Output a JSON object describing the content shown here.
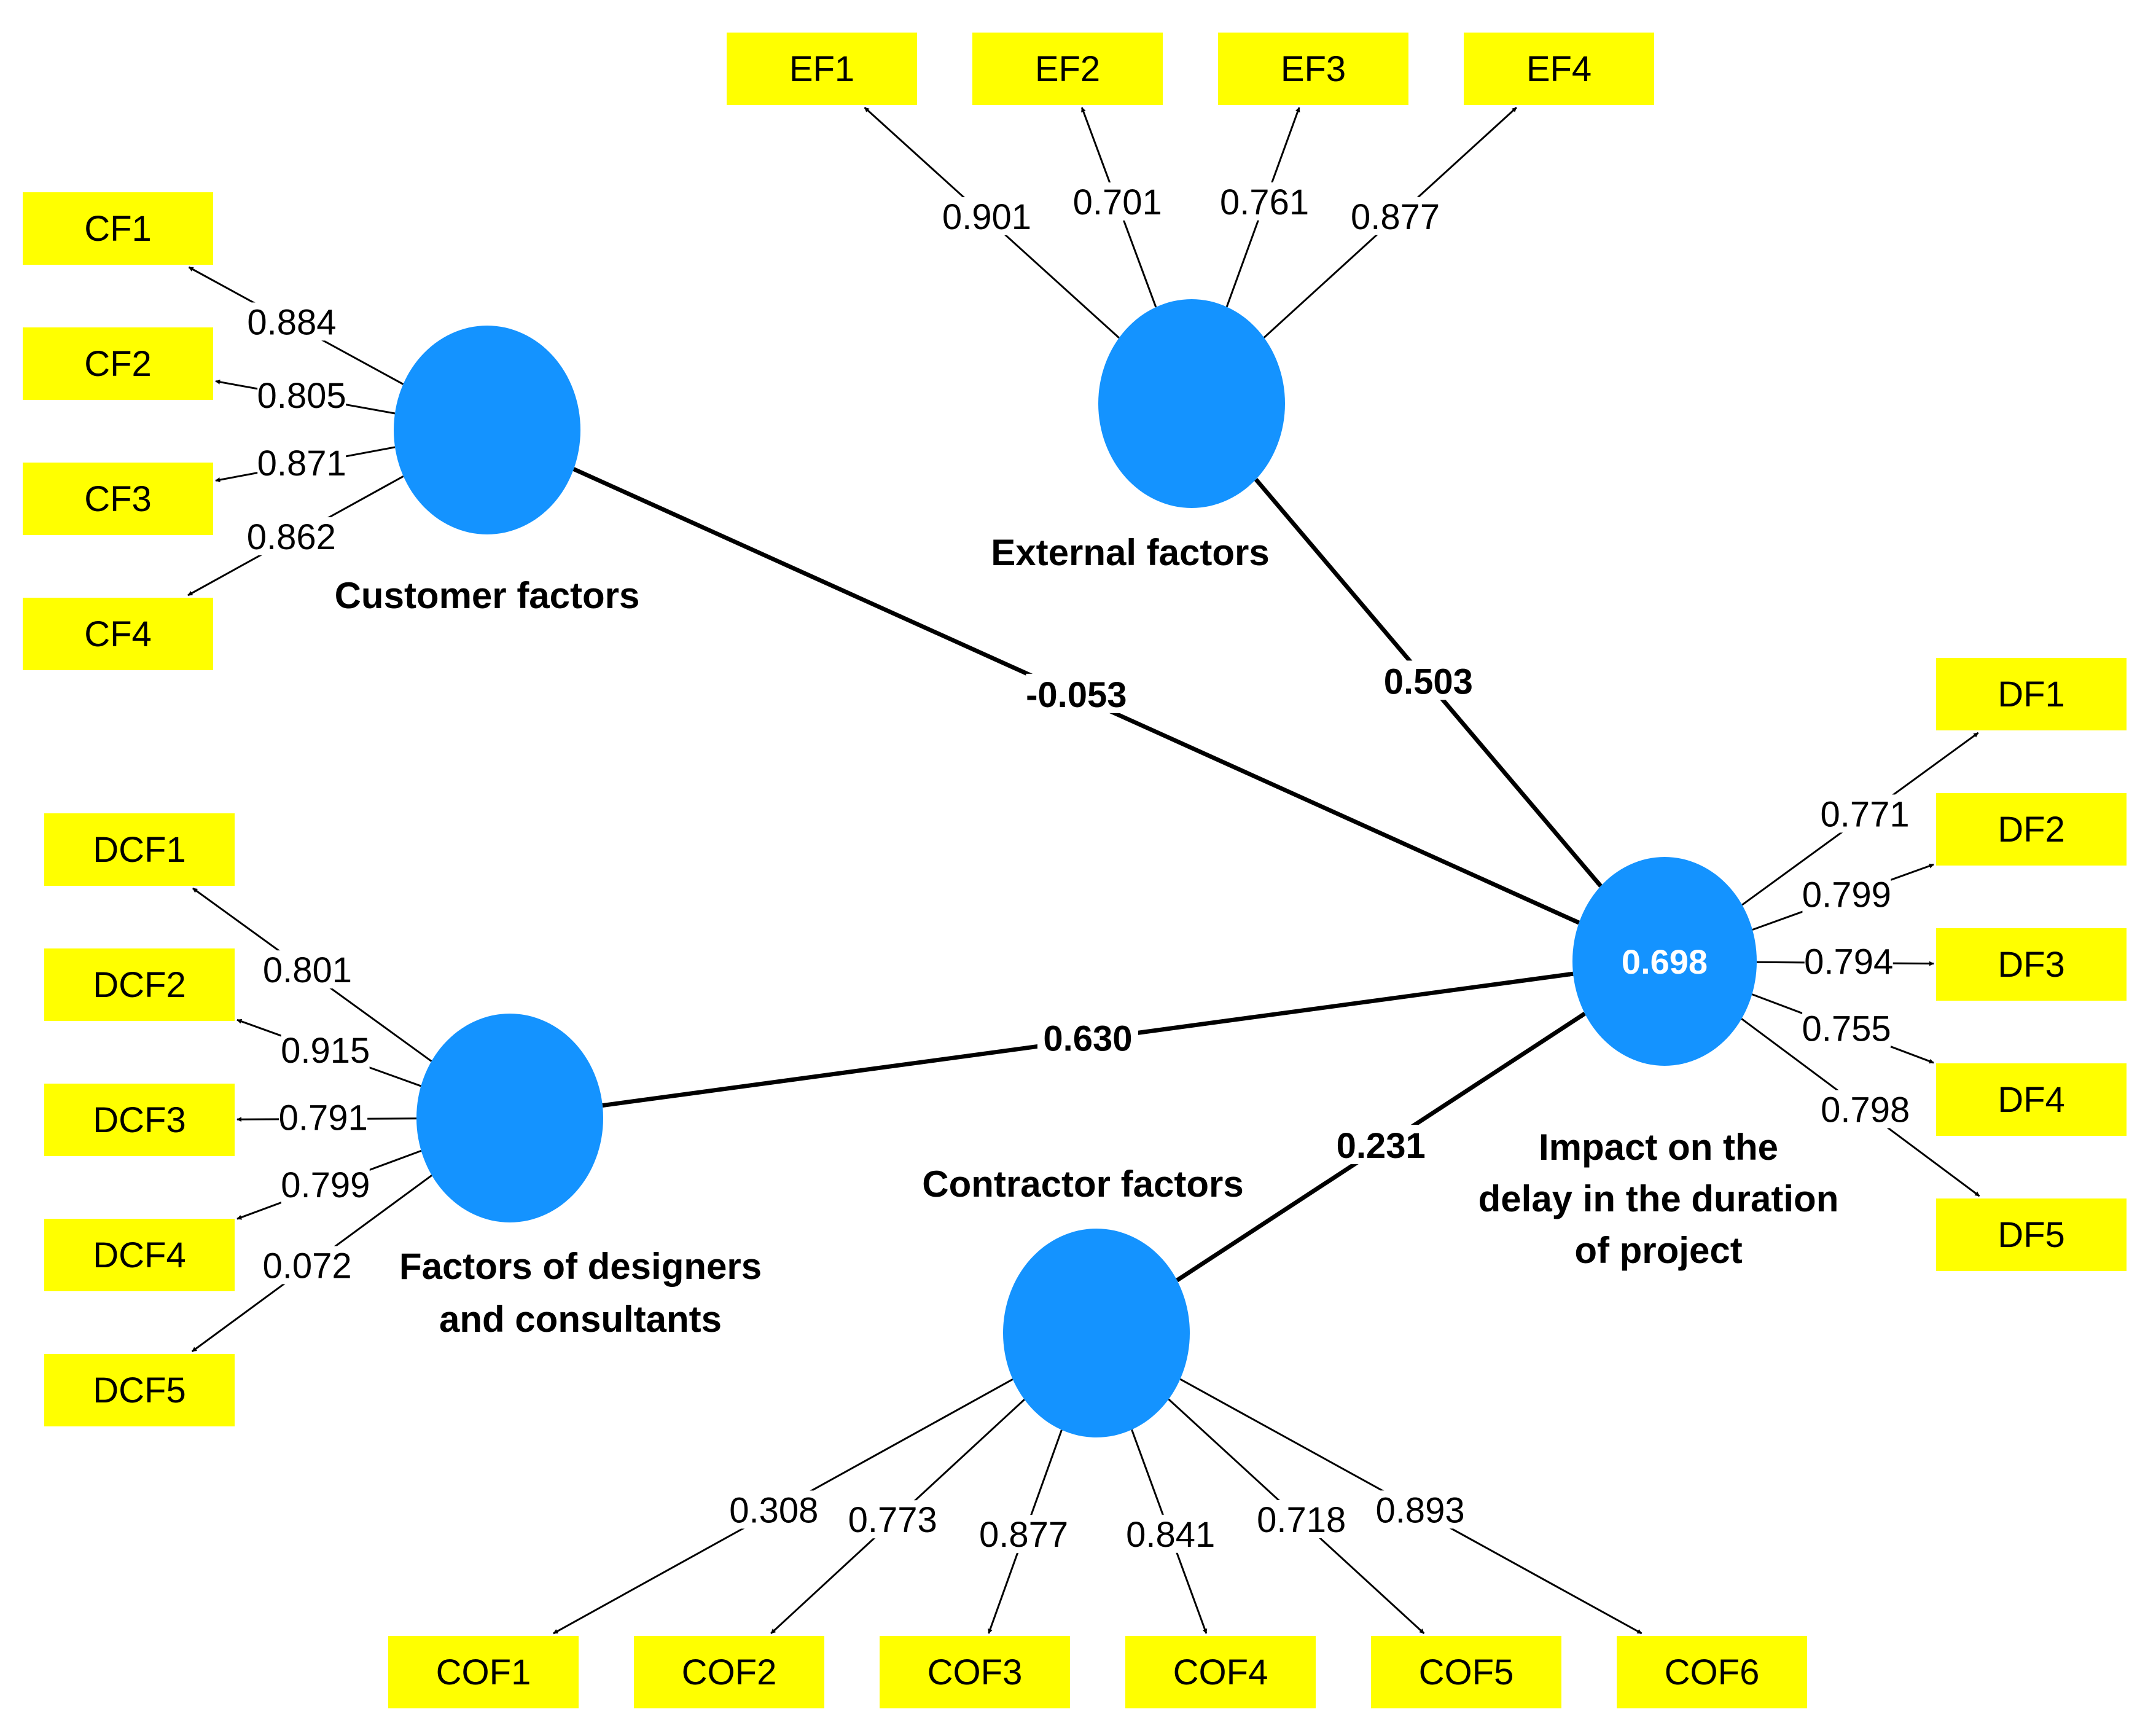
{
  "colors": {
    "construct_fill": "#1493FF",
    "indicator_fill": "#FFFF00",
    "line": "#000000",
    "r2_text": "#FFFFFF"
  },
  "constructs": [
    {
      "id": "cf",
      "label": [
        "Customer factors"
      ]
    },
    {
      "id": "ef",
      "label": [
        "External factors"
      ]
    },
    {
      "id": "dcf",
      "label": [
        "Factors of designers",
        "and consultants"
      ]
    },
    {
      "id": "cof",
      "label": [
        "Contractor factors"
      ]
    },
    {
      "id": "df",
      "label": [
        "Impact on the",
        "delay in the duration",
        "of project"
      ],
      "r2": "0.698"
    }
  ],
  "indicators": [
    {
      "construct": "cf",
      "name": "CF1",
      "loading": "0.884"
    },
    {
      "construct": "cf",
      "name": "CF2",
      "loading": "0.805"
    },
    {
      "construct": "cf",
      "name": "CF3",
      "loading": "0.871"
    },
    {
      "construct": "cf",
      "name": "CF4",
      "loading": "0.862"
    },
    {
      "construct": "ef",
      "name": "EF1",
      "loading": "0.901"
    },
    {
      "construct": "ef",
      "name": "EF2",
      "loading": "0.701"
    },
    {
      "construct": "ef",
      "name": "EF3",
      "loading": "0.761"
    },
    {
      "construct": "ef",
      "name": "EF4",
      "loading": "0.877"
    },
    {
      "construct": "dcf",
      "name": "DCF1",
      "loading": "0.801"
    },
    {
      "construct": "dcf",
      "name": "DCF2",
      "loading": "0.915"
    },
    {
      "construct": "dcf",
      "name": "DCF3",
      "loading": "0.791"
    },
    {
      "construct": "dcf",
      "name": "DCF4",
      "loading": "0.799"
    },
    {
      "construct": "dcf",
      "name": "DCF5",
      "loading": "0.072"
    },
    {
      "construct": "cof",
      "name": "COF1",
      "loading": "0.308"
    },
    {
      "construct": "cof",
      "name": "COF2",
      "loading": "0.773"
    },
    {
      "construct": "cof",
      "name": "COF3",
      "loading": "0.877"
    },
    {
      "construct": "cof",
      "name": "COF4",
      "loading": "0.841"
    },
    {
      "construct": "cof",
      "name": "COF5",
      "loading": "0.718"
    },
    {
      "construct": "cof",
      "name": "COF6",
      "loading": "0.893"
    },
    {
      "construct": "df",
      "name": "DF1",
      "loading": "0.771"
    },
    {
      "construct": "df",
      "name": "DF2",
      "loading": "0.799"
    },
    {
      "construct": "df",
      "name": "DF3",
      "loading": "0.794"
    },
    {
      "construct": "df",
      "name": "DF4",
      "loading": "0.755"
    },
    {
      "construct": "df",
      "name": "DF5",
      "loading": "0.798"
    }
  ],
  "paths": [
    {
      "from": "cf",
      "to": "df",
      "coef": "-0.053"
    },
    {
      "from": "ef",
      "to": "df",
      "coef": "0.503"
    },
    {
      "from": "dcf",
      "to": "df",
      "coef": "0.630"
    },
    {
      "from": "cof",
      "to": "df",
      "coef": "0.231"
    }
  ]
}
